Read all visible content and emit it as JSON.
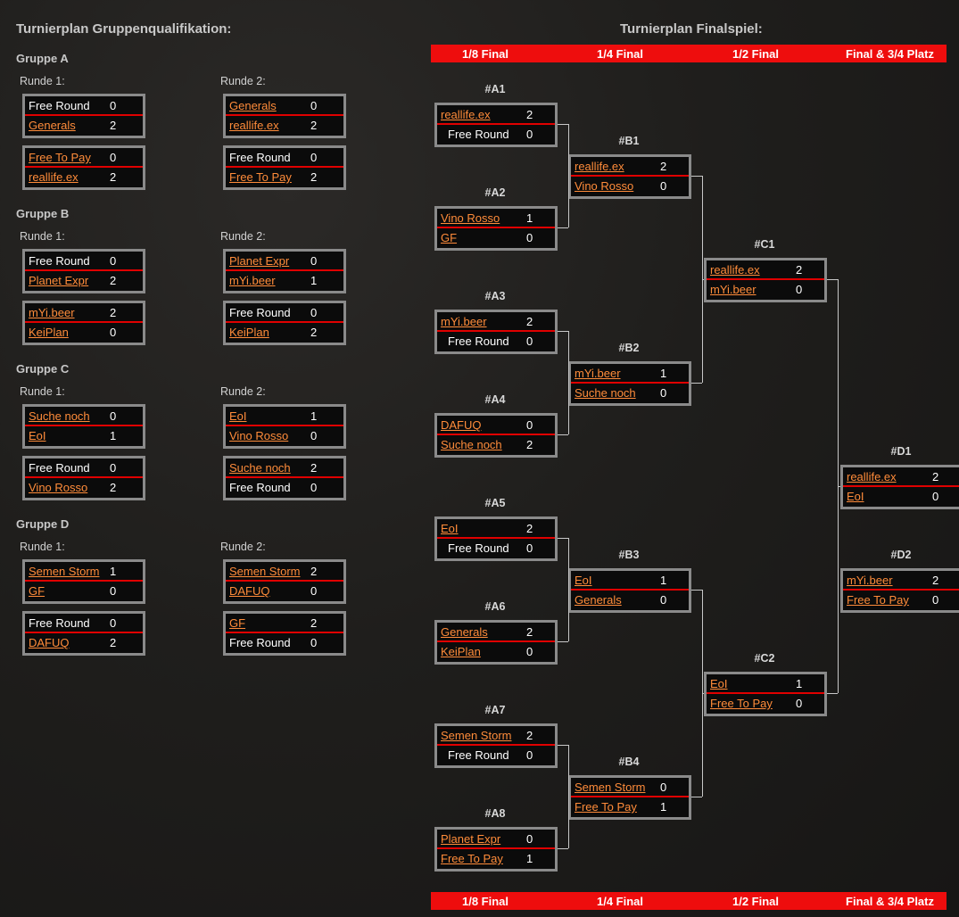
{
  "titles": {
    "groups": "Turnierplan Gruppenqualifikation:",
    "finals": "Turnierplan Finalspiel:"
  },
  "round_labels": {
    "r1": "Runde 1:",
    "r2": "Runde 2:"
  },
  "groups": [
    {
      "name": "Gruppe A",
      "matches": [
        [
          {
            "team": "Free Round",
            "score": "0",
            "link": false
          },
          {
            "team": "Generals",
            "score": "2",
            "link": true
          }
        ],
        [
          {
            "team": "Free To Pay",
            "score": "0",
            "link": true
          },
          {
            "team": "reallife.ex",
            "score": "2",
            "link": true
          }
        ],
        [
          {
            "team": "Generals",
            "score": "0",
            "link": true
          },
          {
            "team": "reallife.ex",
            "score": "2",
            "link": true
          }
        ],
        [
          {
            "team": "Free Round",
            "score": "0",
            "link": false
          },
          {
            "team": "Free To Pay",
            "score": "2",
            "link": true
          }
        ]
      ]
    },
    {
      "name": "Gruppe B",
      "matches": [
        [
          {
            "team": "Free Round",
            "score": "0",
            "link": false
          },
          {
            "team": "Planet Expr",
            "score": "2",
            "link": true
          }
        ],
        [
          {
            "team": "mYi.beer",
            "score": "2",
            "link": true
          },
          {
            "team": "KeiPlan",
            "score": "0",
            "link": true
          }
        ],
        [
          {
            "team": "Planet Expr",
            "score": "0",
            "link": true
          },
          {
            "team": "mYi.beer",
            "score": "1",
            "link": true
          }
        ],
        [
          {
            "team": "Free Round",
            "score": "0",
            "link": false
          },
          {
            "team": "KeiPlan",
            "score": "2",
            "link": true
          }
        ]
      ]
    },
    {
      "name": "Gruppe C",
      "matches": [
        [
          {
            "team": "Suche noch",
            "score": "0",
            "link": true
          },
          {
            "team": "EoI",
            "score": "1",
            "link": true
          }
        ],
        [
          {
            "team": "Free Round",
            "score": "0",
            "link": false
          },
          {
            "team": "Vino Rosso",
            "score": "2",
            "link": true
          }
        ],
        [
          {
            "team": "EoI",
            "score": "1",
            "link": true
          },
          {
            "team": "Vino Rosso",
            "score": "0",
            "link": true
          }
        ],
        [
          {
            "team": "Suche noch",
            "score": "2",
            "link": true
          },
          {
            "team": "Free Round",
            "score": "0",
            "link": false
          }
        ]
      ]
    },
    {
      "name": "Gruppe D",
      "matches": [
        [
          {
            "team": "Semen Storm",
            "score": "1",
            "link": true
          },
          {
            "team": "GF",
            "score": "0",
            "link": true
          }
        ],
        [
          {
            "team": "Free Round",
            "score": "0",
            "link": false
          },
          {
            "team": "DAFUQ",
            "score": "2",
            "link": true
          }
        ],
        [
          {
            "team": "Semen Storm",
            "score": "2",
            "link": true
          },
          {
            "team": "DAFUQ",
            "score": "0",
            "link": true
          }
        ],
        [
          {
            "team": "GF",
            "score": "2",
            "link": true
          },
          {
            "team": "Free Round",
            "score": "0",
            "link": false
          }
        ]
      ]
    }
  ],
  "bar_labels": [
    "1/8 Final",
    "1/4 Final",
    "1/2 Final",
    "Final & 3/4 Platz"
  ],
  "bracket": [
    {
      "id": "#A1",
      "teams": [
        {
          "team": "reallife.ex",
          "score": "2",
          "link": true
        },
        {
          "team": "Free Round",
          "score": "0",
          "link": false
        }
      ]
    },
    {
      "id": "#A2",
      "teams": [
        {
          "team": "Vino Rosso",
          "score": "1",
          "link": true
        },
        {
          "team": "GF",
          "score": "0",
          "link": true
        }
      ]
    },
    {
      "id": "#A3",
      "teams": [
        {
          "team": "mYi.beer",
          "score": "2",
          "link": true
        },
        {
          "team": "Free Round",
          "score": "0",
          "link": false
        }
      ]
    },
    {
      "id": "#A4",
      "teams": [
        {
          "team": "DAFUQ",
          "score": "0",
          "link": true
        },
        {
          "team": "Suche noch",
          "score": "2",
          "link": true
        }
      ]
    },
    {
      "id": "#A5",
      "teams": [
        {
          "team": "EoI",
          "score": "2",
          "link": true
        },
        {
          "team": "Free Round",
          "score": "0",
          "link": false
        }
      ]
    },
    {
      "id": "#A6",
      "teams": [
        {
          "team": "Generals",
          "score": "2",
          "link": true
        },
        {
          "team": "KeiPlan",
          "score": "0",
          "link": true
        }
      ]
    },
    {
      "id": "#A7",
      "teams": [
        {
          "team": "Semen Storm",
          "score": "2",
          "link": true
        },
        {
          "team": "Free Round",
          "score": "0",
          "link": false
        }
      ]
    },
    {
      "id": "#A8",
      "teams": [
        {
          "team": "Planet Expr",
          "score": "0",
          "link": true
        },
        {
          "team": "Free To Pay",
          "score": "1",
          "link": true
        }
      ]
    },
    {
      "id": "#B1",
      "teams": [
        {
          "team": "reallife.ex",
          "score": "2",
          "link": true
        },
        {
          "team": "Vino Rosso",
          "score": "0",
          "link": true
        }
      ]
    },
    {
      "id": "#B2",
      "teams": [
        {
          "team": "mYi.beer",
          "score": "1",
          "link": true
        },
        {
          "team": "Suche noch",
          "score": "0",
          "link": true
        }
      ]
    },
    {
      "id": "#B3",
      "teams": [
        {
          "team": "EoI",
          "score": "1",
          "link": true
        },
        {
          "team": "Generals",
          "score": "0",
          "link": true
        }
      ]
    },
    {
      "id": "#B4",
      "teams": [
        {
          "team": "Semen Storm",
          "score": "0",
          "link": true
        },
        {
          "team": "Free To Pay",
          "score": "1",
          "link": true
        }
      ]
    },
    {
      "id": "#C1",
      "teams": [
        {
          "team": "reallife.ex",
          "score": "2",
          "link": true
        },
        {
          "team": "mYi.beer",
          "score": "0",
          "link": true
        }
      ]
    },
    {
      "id": "#C2",
      "teams": [
        {
          "team": "EoI",
          "score": "1",
          "link": true
        },
        {
          "team": "Free To Pay",
          "score": "0",
          "link": true
        }
      ]
    },
    {
      "id": "#D1",
      "teams": [
        {
          "team": "reallife.ex",
          "score": "2",
          "link": true
        },
        {
          "team": "EoI",
          "score": "0",
          "link": true
        }
      ]
    },
    {
      "id": "#D2",
      "teams": [
        {
          "team": "mYi.beer",
          "score": "2",
          "link": true
        },
        {
          "team": "Free To Pay",
          "score": "0",
          "link": true
        }
      ]
    }
  ]
}
